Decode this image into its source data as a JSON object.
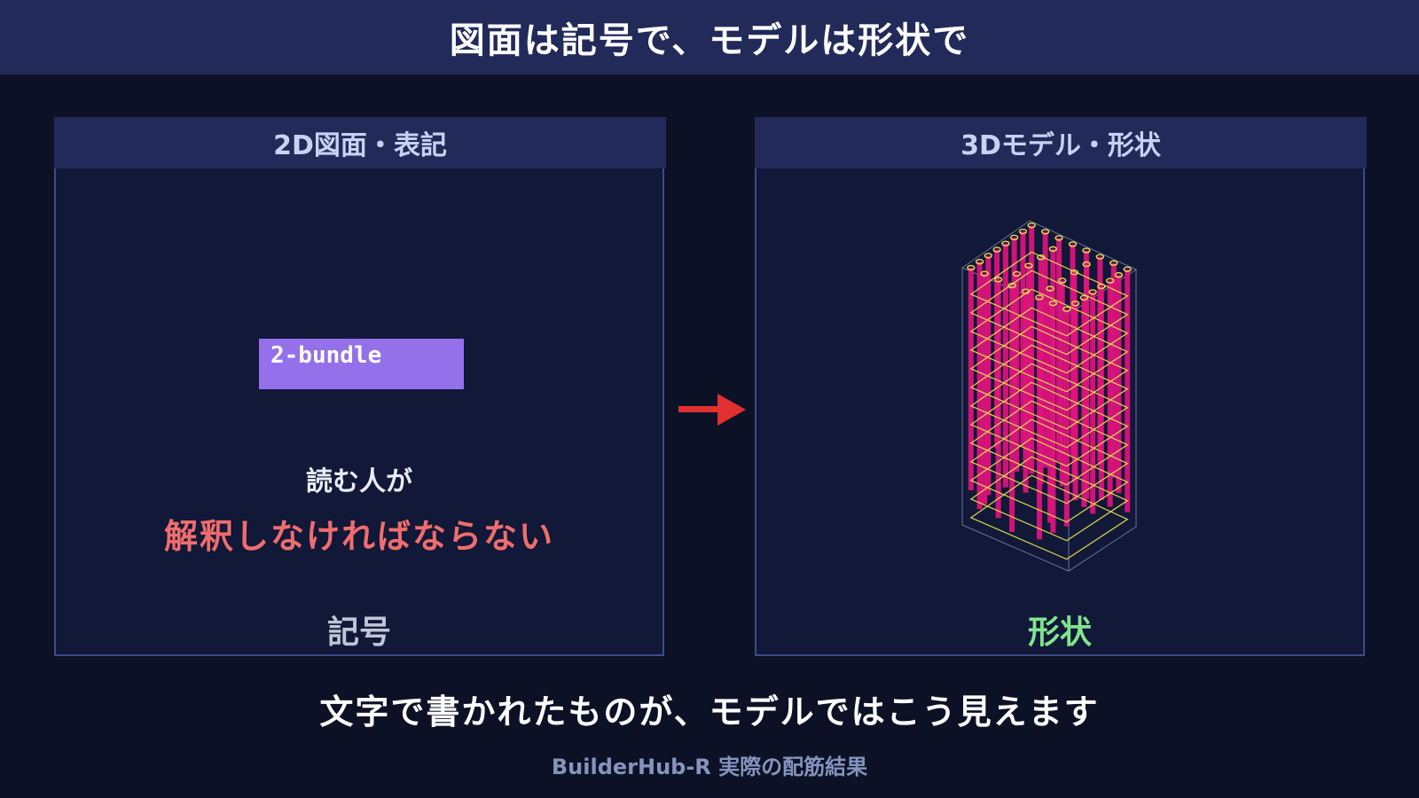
{
  "header": {
    "title": "図面は記号で、モデルは形状で"
  },
  "left_panel": {
    "title": "2D図面・表記",
    "bundle_label": "2-bundle",
    "reader_line": "読む人が",
    "interpret_line": "解釈しなければならない",
    "footer": "記号"
  },
  "right_panel": {
    "title": "3Dモデル・形状",
    "footer": "形状"
  },
  "bottom": {
    "message": "文字で書かれたものが、モデルではこう見えます",
    "credit": "BuilderHub-R 実際の配筋結果"
  },
  "colors": {
    "background": "#0c1126",
    "header_bg": "#212a59",
    "bundle_box": "#9470ea",
    "interpret_text": "#f06d6d",
    "shape_label": "#7fe58f",
    "arrow": "#e03030",
    "rebar": "#e0147e",
    "hoop": "#e8e34a"
  },
  "icons": {
    "arrow": "arrow-right-icon"
  }
}
